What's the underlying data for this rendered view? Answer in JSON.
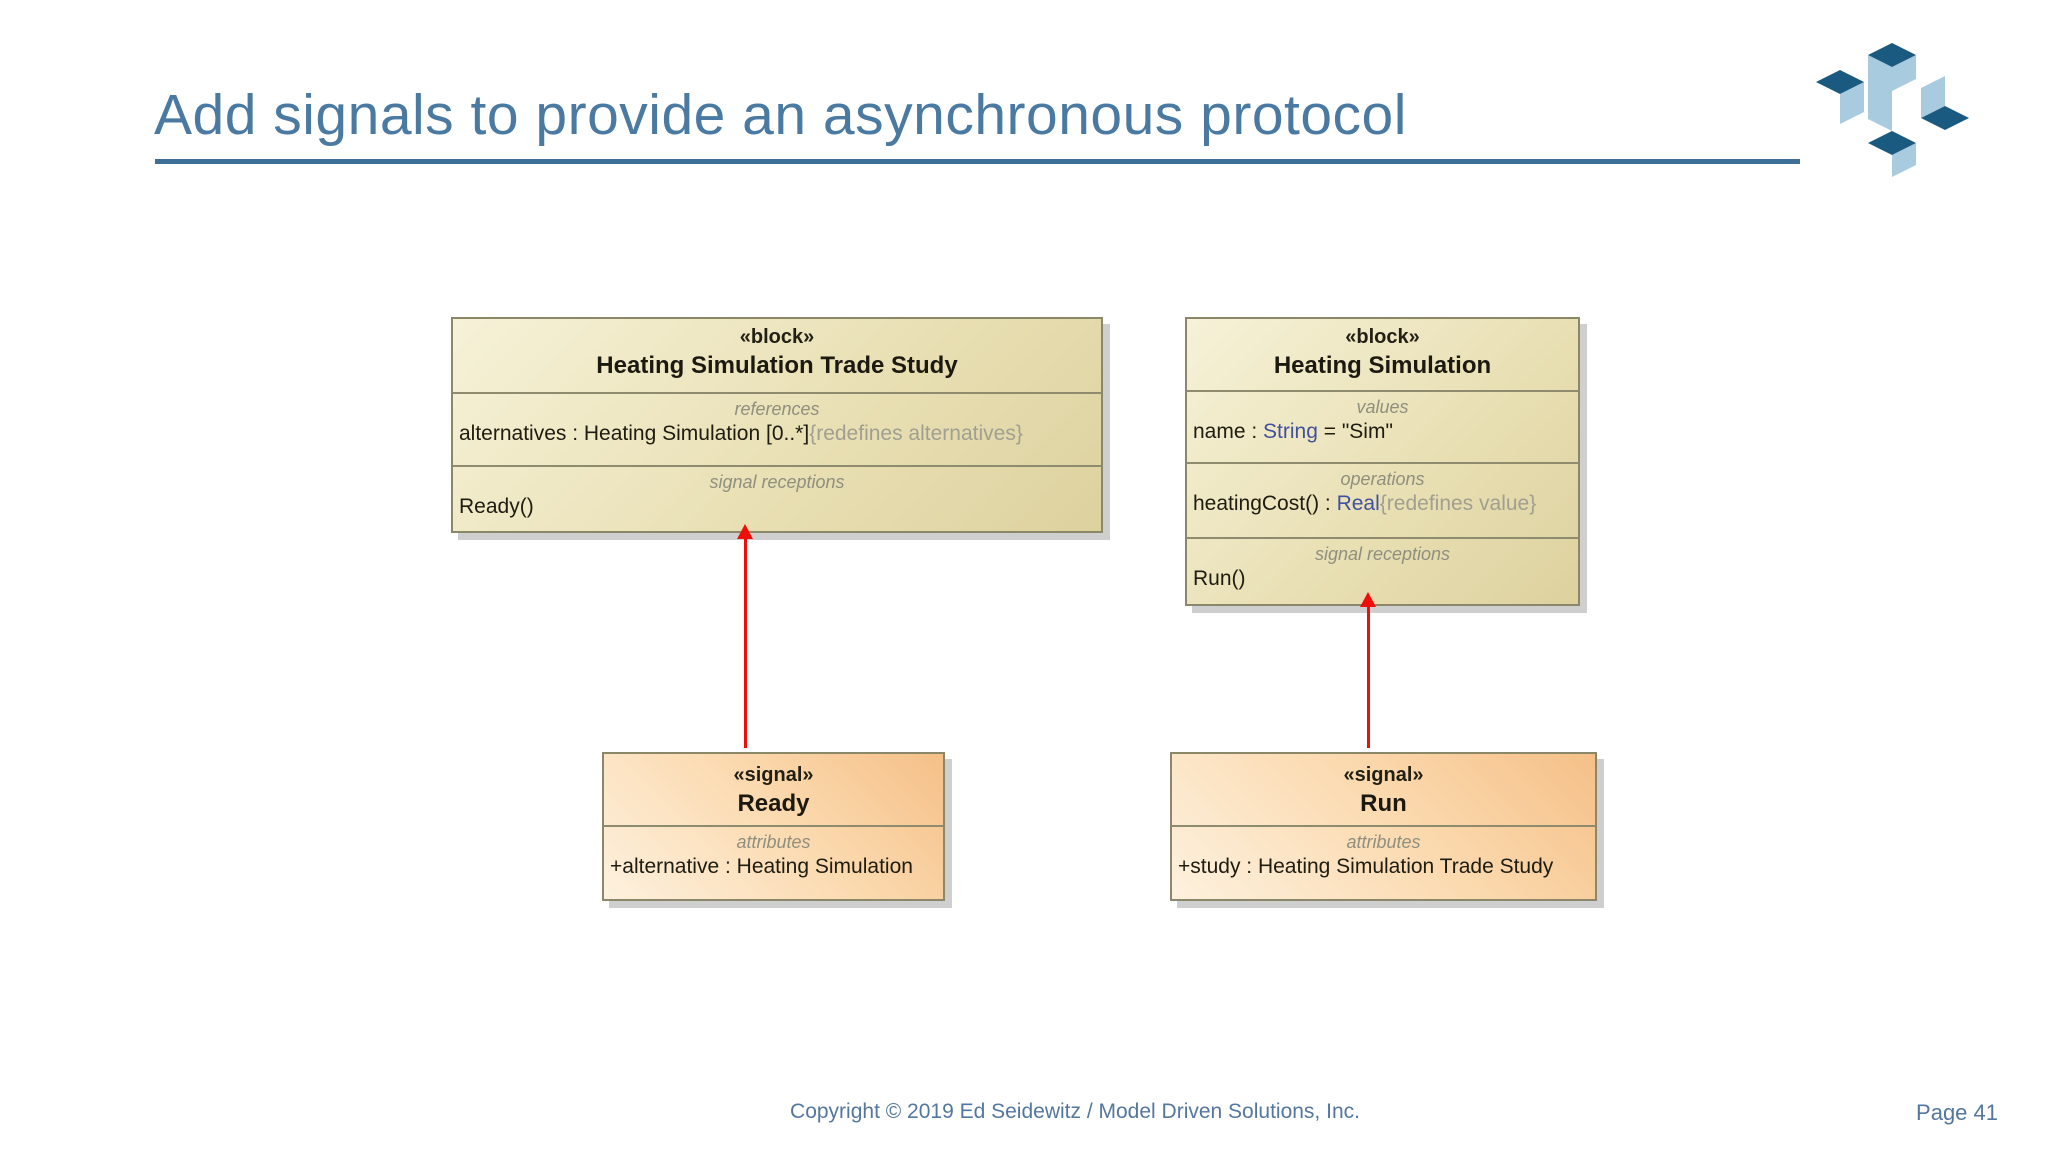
{
  "slide": {
    "title": "Add signals to provide an asynchronous protocol",
    "footer": "Copyright © 2019 Ed Seidewitz / Model Driven Solutions, Inc.",
    "page_number": "Page 41"
  },
  "colors": {
    "title_blue": "#4a7aa2",
    "underline_blue": "#3e6f96",
    "block_fill_light": "#f6f2d8",
    "block_fill_dark": "#ddd19e",
    "signal_fill_light": "#fdf1de",
    "signal_fill_dark": "#f5c088",
    "block_border": "#8b8769",
    "compartment_label_gray": "#8f8f7e",
    "redefines_gray": "#a09f90",
    "arrow_red": "#ee1008",
    "logo_dark": "#1a5a80",
    "logo_light": "#a9cbdf"
  },
  "diagram": {
    "blocks": [
      {
        "stereotype": "«block»",
        "name": "Heating Simulation Trade Study",
        "compartments": [
          {
            "label": "references",
            "line": {
              "pre": "alternatives : Heating Simulation [0..*]",
              "gray": "{redefines alternatives}"
            }
          },
          {
            "label": "signal receptions",
            "line": {
              "pre": "Ready()"
            }
          }
        ]
      },
      {
        "stereotype": "«block»",
        "name": "Heating Simulation",
        "compartments": [
          {
            "label": "values",
            "line": {
              "pre": "name : ",
              "type": "String",
              "post": " = \"Sim\""
            }
          },
          {
            "label": "operations",
            "line": {
              "pre": "heatingCost() : ",
              "type": "Real",
              "gray": "{redefines value}"
            }
          },
          {
            "label": "signal receptions",
            "line": {
              "pre": "Run()"
            }
          }
        ]
      },
      {
        "stereotype": "«signal»",
        "name": "Ready",
        "compartments": [
          {
            "label": "attributes",
            "line": {
              "pre": "+alternative : Heating Simulation"
            }
          }
        ]
      },
      {
        "stereotype": "«signal»",
        "name": "Run",
        "compartments": [
          {
            "label": "attributes",
            "line": {
              "pre": "+study : Heating Simulation Trade Study"
            }
          }
        ]
      }
    ]
  }
}
